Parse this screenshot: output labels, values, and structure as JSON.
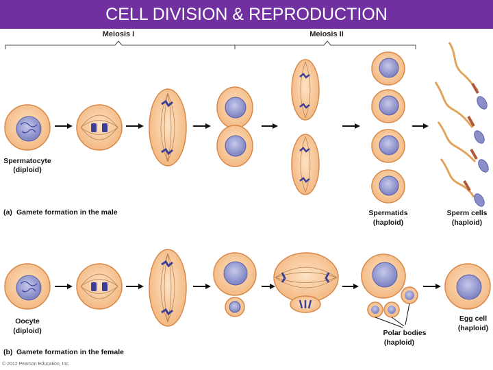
{
  "slide": {
    "title": "CELL DIVISION & REPRODUCTION",
    "title_bar_color": "#7030a0"
  },
  "diagram": {
    "meiosis_1_label": "Meiosis I",
    "meiosis_2_label": "Meiosis II",
    "male": {
      "panel_letter": "(a)",
      "panel_caption": "Gamete formation in the male",
      "start_cell_line1": "Spermatocyte",
      "start_cell_line2": "(diploid)",
      "spermatids_line1": "Spermatids",
      "spermatids_line2": "(haploid)",
      "sperm_line1": "Sperm cells",
      "sperm_line2": "(haploid)"
    },
    "female": {
      "panel_letter": "(b)",
      "panel_caption": "Gamete formation in the female",
      "start_cell_line1": "Oocyte",
      "start_cell_line2": "(diploid)",
      "polar_line1": "Polar bodies",
      "polar_line2": "(haploid)",
      "egg_line1": "Egg cell",
      "egg_line2": "(haploid)"
    },
    "copyright": "© 2012 Pearson Education, Inc.",
    "colors": {
      "cell_fill": "#f6c79a",
      "cell_stroke": "#d8894a",
      "nucleus_fill": "#8a8fc9",
      "chromosome": "#3b3f96",
      "arrow": "#111111",
      "sperm_tail": "#e2a45a"
    }
  }
}
